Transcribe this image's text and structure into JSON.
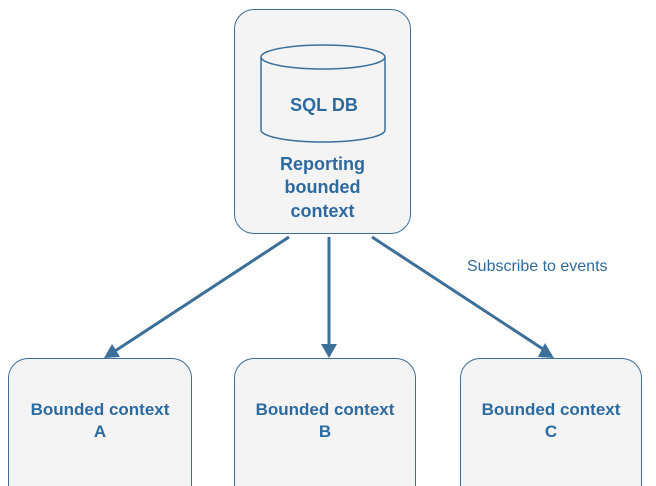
{
  "reporting": {
    "db_label": "SQL DB",
    "title_line1": "Reporting",
    "title_line2": "bounded",
    "title_line3": "context"
  },
  "edge_label": "Subscribe to events",
  "contexts": [
    {
      "line1": "Bounded context",
      "line2": "A"
    },
    {
      "line1": "Bounded context",
      "line2": "B"
    },
    {
      "line1": "Bounded context",
      "line2": "C"
    }
  ],
  "colors": {
    "stroke": "#3c6f9a",
    "text": "#2d6a9f",
    "fill": "#f4f4f5"
  }
}
